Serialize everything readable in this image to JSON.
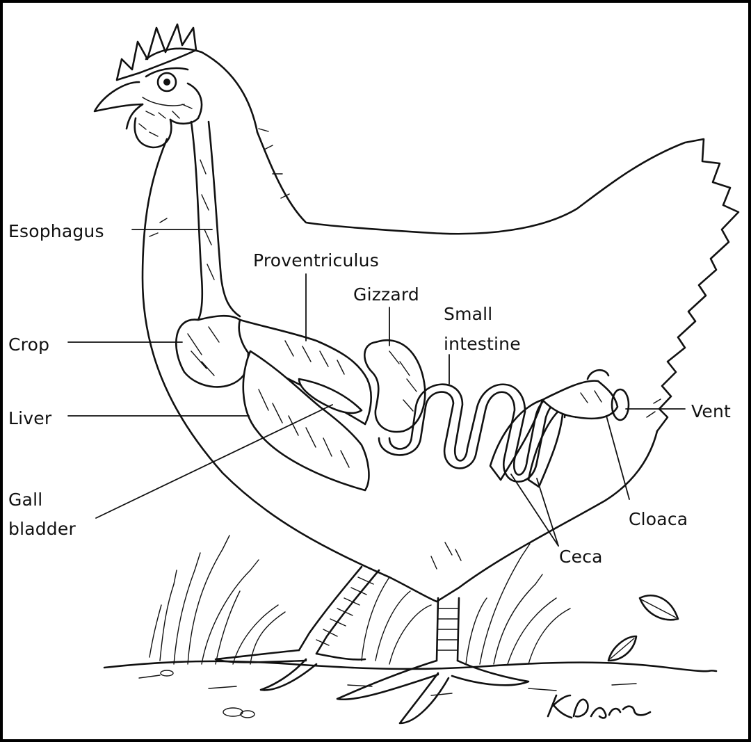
{
  "labels": {
    "esophagus": "Esophagus",
    "proventriculus": "Proventriculus",
    "gizzard": "Gizzard",
    "small_intestine_line1": "Small",
    "small_intestine_line2": "intestine",
    "crop": "Crop",
    "liver": "Liver",
    "vent": "Vent",
    "gall_bladder_line1": "Gall",
    "gall_bladder_line2": "bladder",
    "cloaca": "Cloaca",
    "ceca": "Ceca"
  },
  "signature": "K.Born",
  "colors": {
    "ink": "#111111",
    "paper": "#ffffff",
    "border": "#000000"
  }
}
